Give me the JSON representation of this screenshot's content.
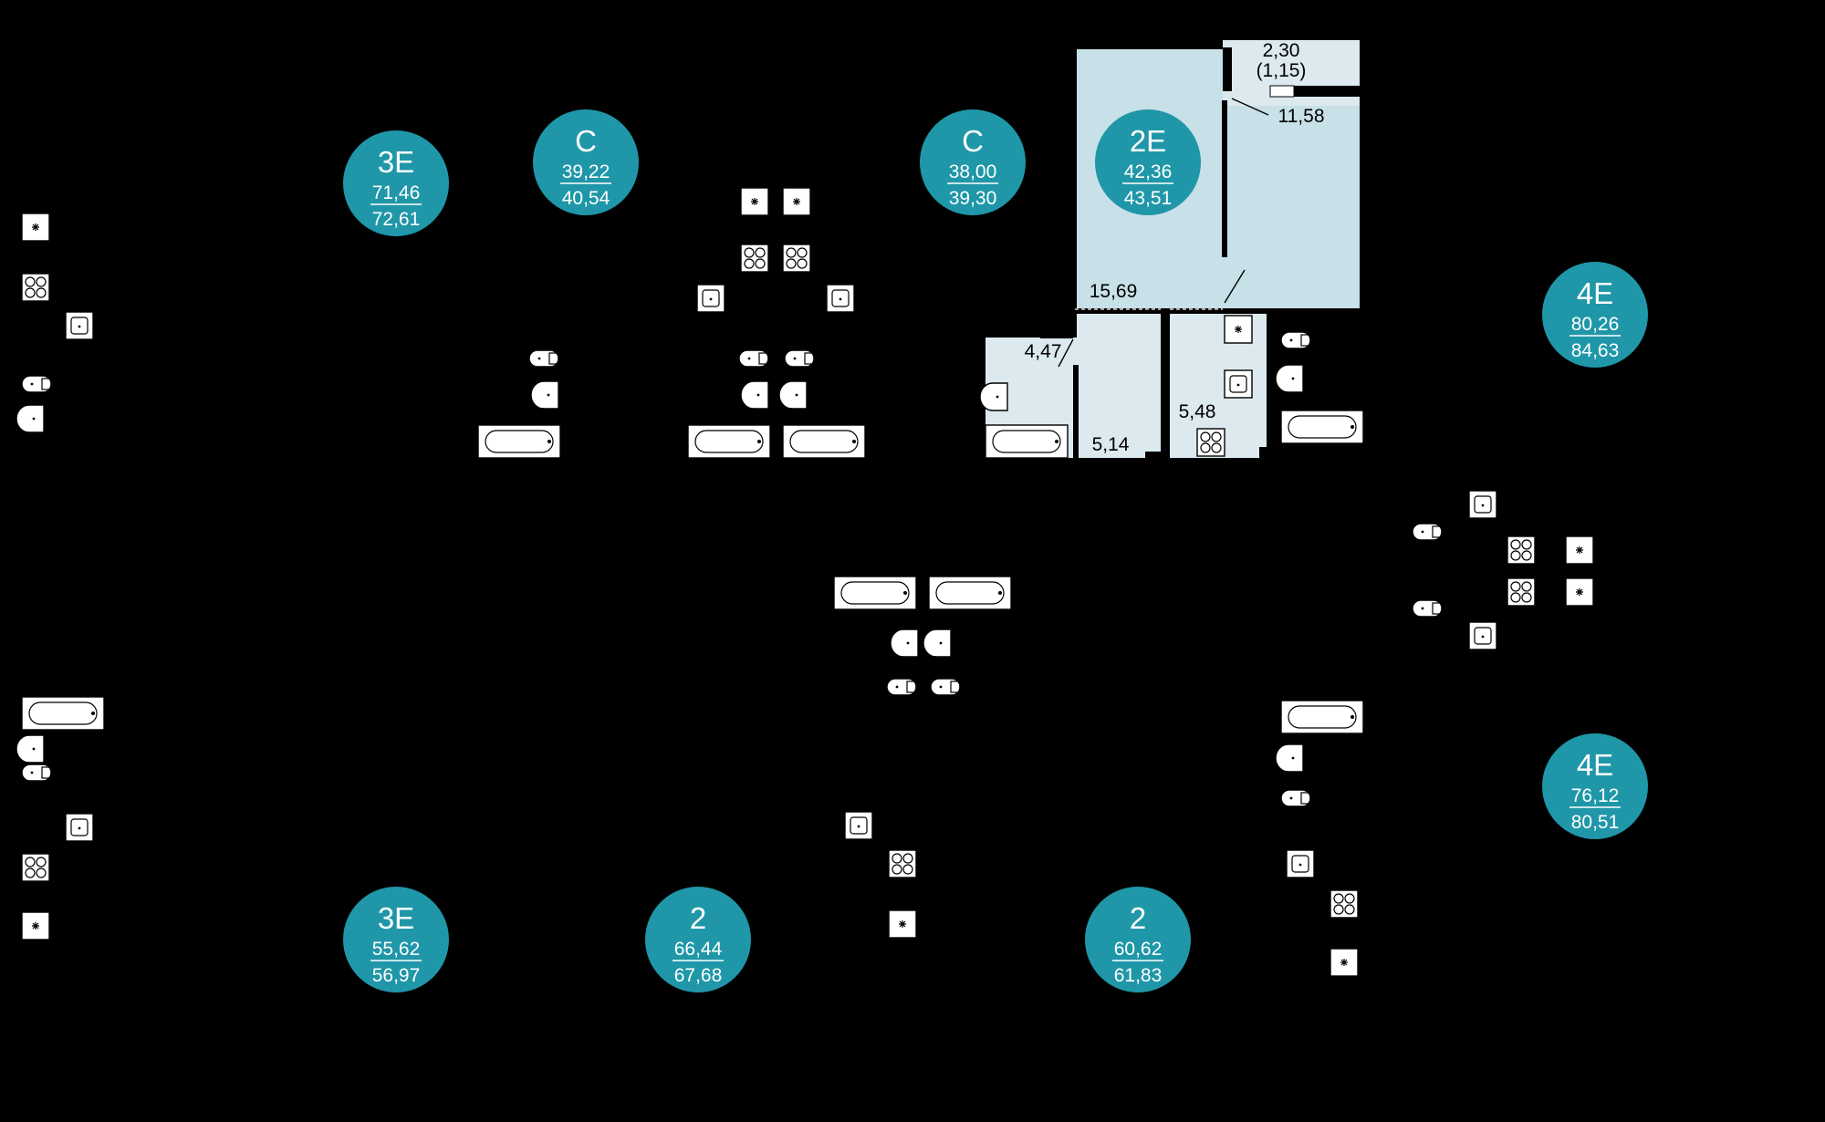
{
  "colors": {
    "background": "#000000",
    "badge": "#1f97a8",
    "highlighted_unit": "#c8e0e8",
    "highlighted_unit_light": "#dce9ef",
    "badge_text": "#ffffff"
  },
  "units": [
    {
      "id": "u-3e-top",
      "type": "3E",
      "area_living": "71,46",
      "area_total": "72,61"
    },
    {
      "id": "u-c-1",
      "type": "C",
      "area_living": "39,22",
      "area_total": "40,54"
    },
    {
      "id": "u-c-2",
      "type": "C",
      "area_living": "38,00",
      "area_total": "39,30"
    },
    {
      "id": "u-2e",
      "type": "2E",
      "area_living": "42,36",
      "area_total": "43,51",
      "selected": true
    },
    {
      "id": "u-4e-top",
      "type": "4E",
      "area_living": "80,26",
      "area_total": "84,63"
    },
    {
      "id": "u-4e-bottom",
      "type": "4E",
      "area_living": "76,12",
      "area_total": "80,51"
    },
    {
      "id": "u-3e-bottom",
      "type": "3E",
      "area_living": "55,62",
      "area_total": "56,97"
    },
    {
      "id": "u-2-left",
      "type": "2",
      "area_living": "66,44",
      "area_total": "67,68"
    },
    {
      "id": "u-2-right",
      "type": "2",
      "area_living": "60,62",
      "area_total": "61,83"
    }
  ],
  "room_labels": {
    "balcony_area": "2,30",
    "balcony_area_reduced": "(1,15)",
    "bedroom": "11,58",
    "living_room": "15,69",
    "bathroom": "4,47",
    "hallway": "5,14",
    "kitchen": "5,48"
  },
  "icons": {
    "stove": "stove-icon",
    "sink": "sink-icon",
    "bathtub": "bathtub-icon",
    "toilet": "toilet-icon",
    "washbasin": "washbasin-icon",
    "vent": "vent-shaft-icon"
  }
}
